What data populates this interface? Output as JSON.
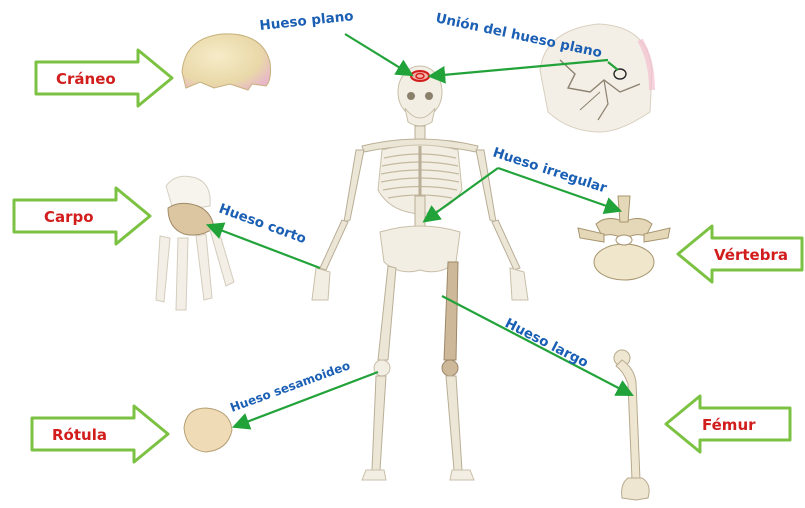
{
  "bones": {
    "craneo": "Cráneo",
    "carpo": "Carpo",
    "rotula": "Rótula",
    "vertebra": "Vértebra",
    "femur": "Fémur"
  },
  "types": {
    "plano": "Hueso plano",
    "union": "Unión del hueso plano",
    "irregular": "Hueso irregular",
    "corto": "Hueso corto",
    "largo": "Hueso largo",
    "sesamoideo": "Hueso sesamoideo"
  },
  "colors": {
    "bone_label": "#d21d1d",
    "type_label": "#1a5fb4",
    "arrow_outline": "#7cc242",
    "pointer": "#22a33a"
  }
}
